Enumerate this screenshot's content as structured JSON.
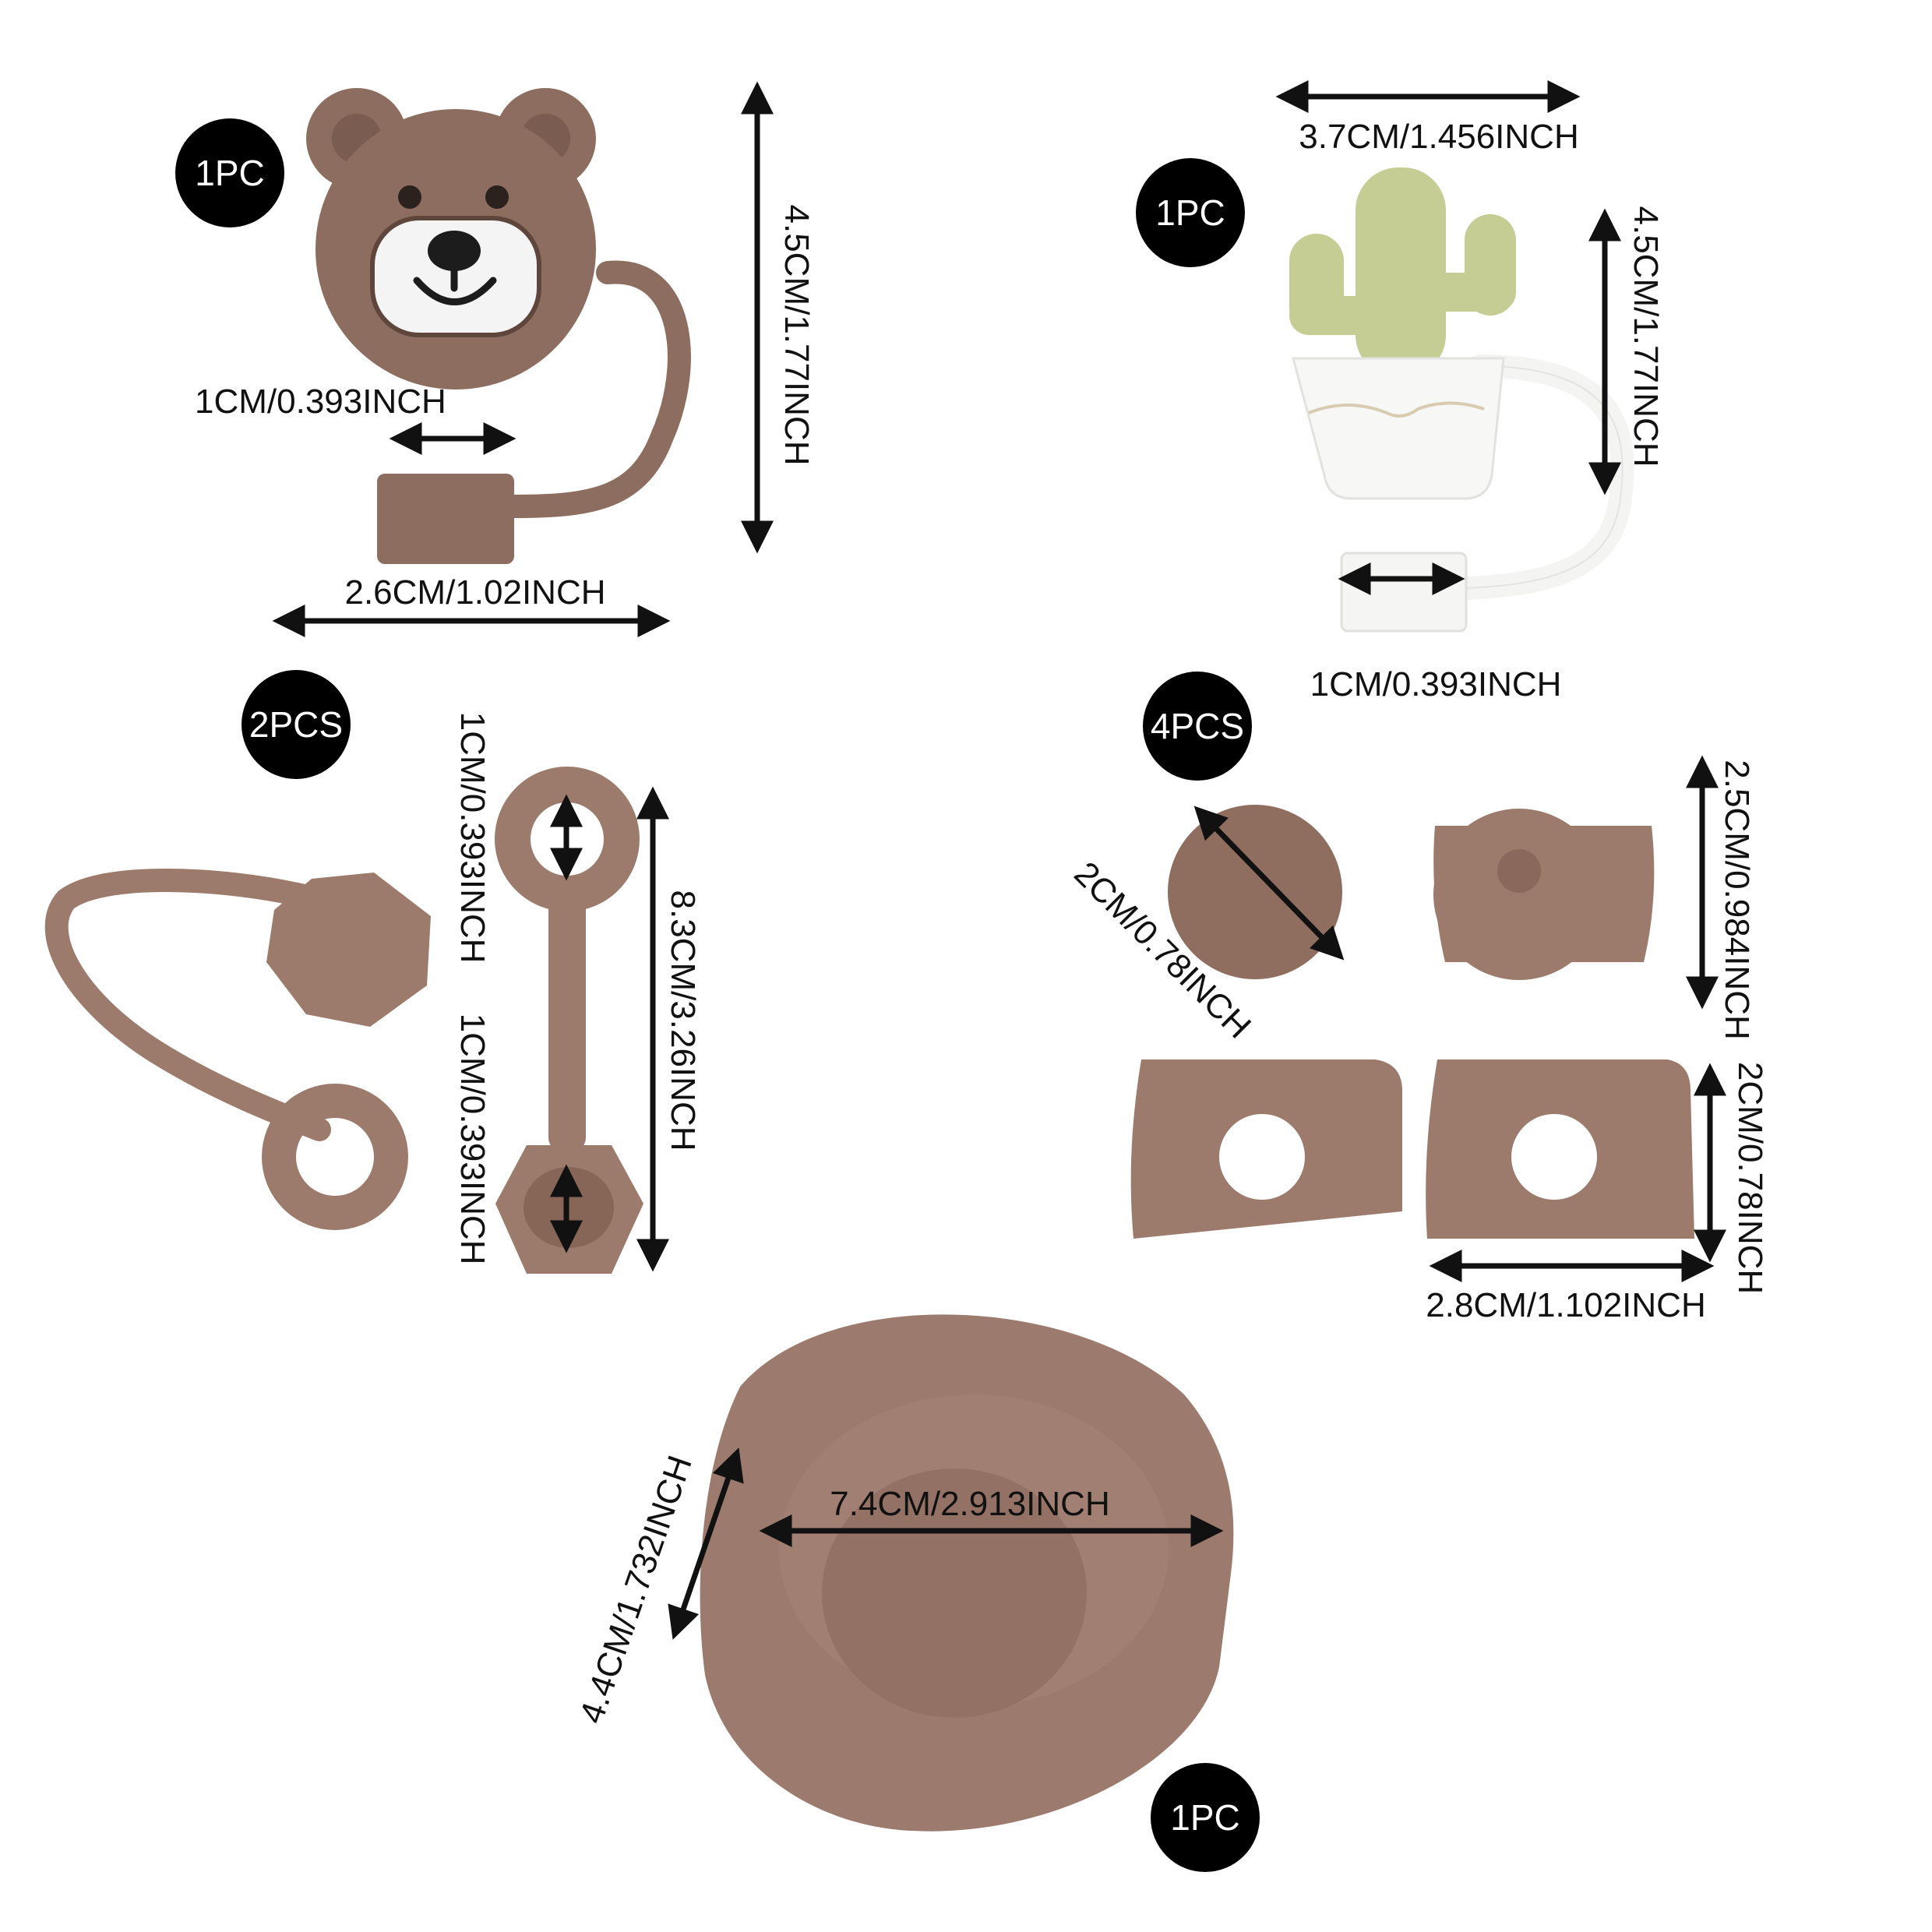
{
  "colors": {
    "bear_brown": "#8c6d5f",
    "bear_dark": "#7a5c50",
    "silicone": "#9c7a6c",
    "silicone_dark": "#8a695c",
    "cactus_green": "#c5cd95",
    "pot_white": "#f7f7f5",
    "badge": "#000000"
  },
  "items": {
    "bear": {
      "count": "1PC",
      "width": "2.6CM/1.02INCH",
      "height": "4.5CM/1.77INCH",
      "plug": "1CM/0.393INCH"
    },
    "cactus": {
      "count": "1PC",
      "width": "3.7CM/1.456INCH",
      "height": "4.5CM/1.77INCH",
      "plug": "1CM/0.393INCH"
    },
    "straw_caps": {
      "count": "2PCS",
      "top_hole": "1CM/0.393INCH",
      "bottom_hole": "1CM/0.393INCH",
      "length": "8.3CM/3.26INCH"
    },
    "stoppers": {
      "count": "4PCS",
      "diameter": "2CM/0.78INCH",
      "height": "2.5CM/0.984INCH",
      "square_height": "2CM/0.78INCH",
      "square_width": "2.8CM/1.102INCH"
    },
    "boot": {
      "count": "1PC",
      "diameter": "7.4CM/2.913INCH",
      "height": "4.4CM/1.732INCH"
    }
  }
}
